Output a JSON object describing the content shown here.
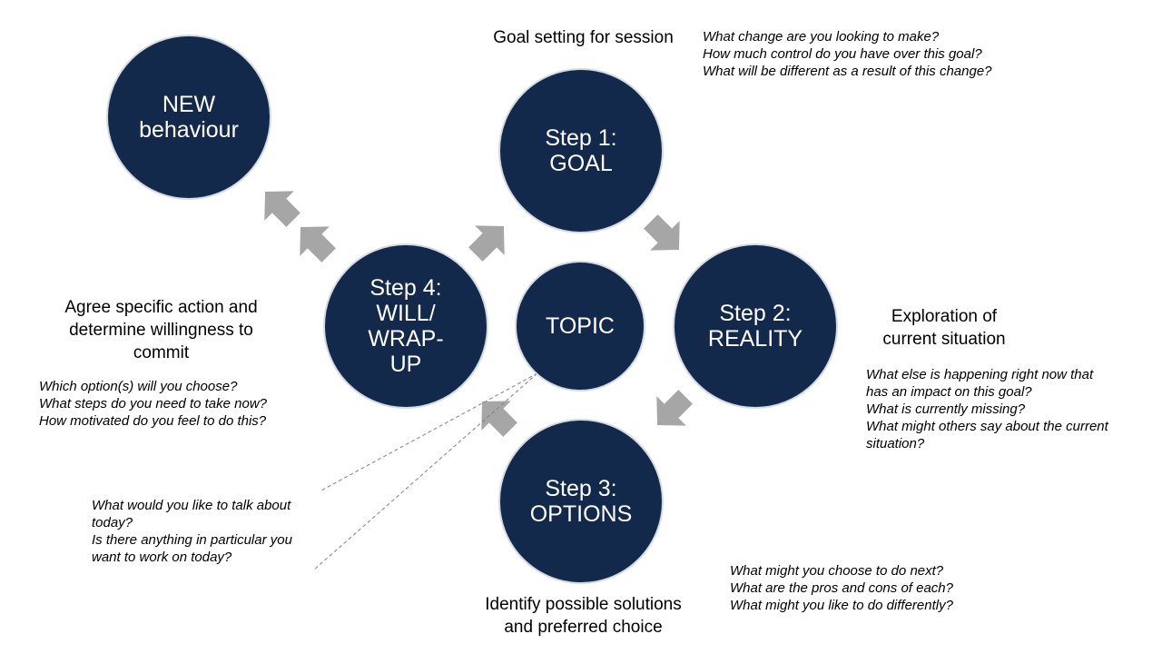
{
  "colors": {
    "circle_fill": "#13294b",
    "circle_text": "#ffffff",
    "arrow": "#a6a6a6",
    "leader_line": "#808080"
  },
  "nodes": {
    "new_behaviour": "NEW\nbehaviour",
    "goal": "Step 1:\nGOAL",
    "reality": "Step 2:\nREALITY",
    "options": "Step 3:\nOPTIONS",
    "will": "Step 4:\nWILL/\nWRAP-\nUP",
    "topic": "TOPIC"
  },
  "headings": {
    "goal": "Goal setting for session",
    "reality": "Exploration of\ncurrent situation",
    "options": "Identify possible solutions\nand preferred choice",
    "will": "Agree specific action and\ndetermine willingness to\ncommit"
  },
  "questions": {
    "goal": "What change are you looking to make?\nHow much control do you have over this goal?\nWhat will be different as a result of this change?",
    "reality": "What else is happening right now that\nhas an impact on this goal?\nWhat is currently missing?\nWhat might others say about the current\nsituation?",
    "options": "What might you choose to do next?\nWhat are the pros and cons of each?\nWhat might you like to do differently?",
    "will": "Which option(s) will you choose?\nWhat steps do you need to take now?\nHow motivated do you feel to do this?",
    "topic": "What would you like to talk about\ntoday?\nIs there anything in particular you\nwant to work on today?"
  },
  "icons": [
    "arrow-goal-to-reality",
    "arrow-reality-to-options",
    "arrow-options-to-will",
    "arrow-will-to-goal",
    "arrow-will-to-new-behaviour"
  ]
}
